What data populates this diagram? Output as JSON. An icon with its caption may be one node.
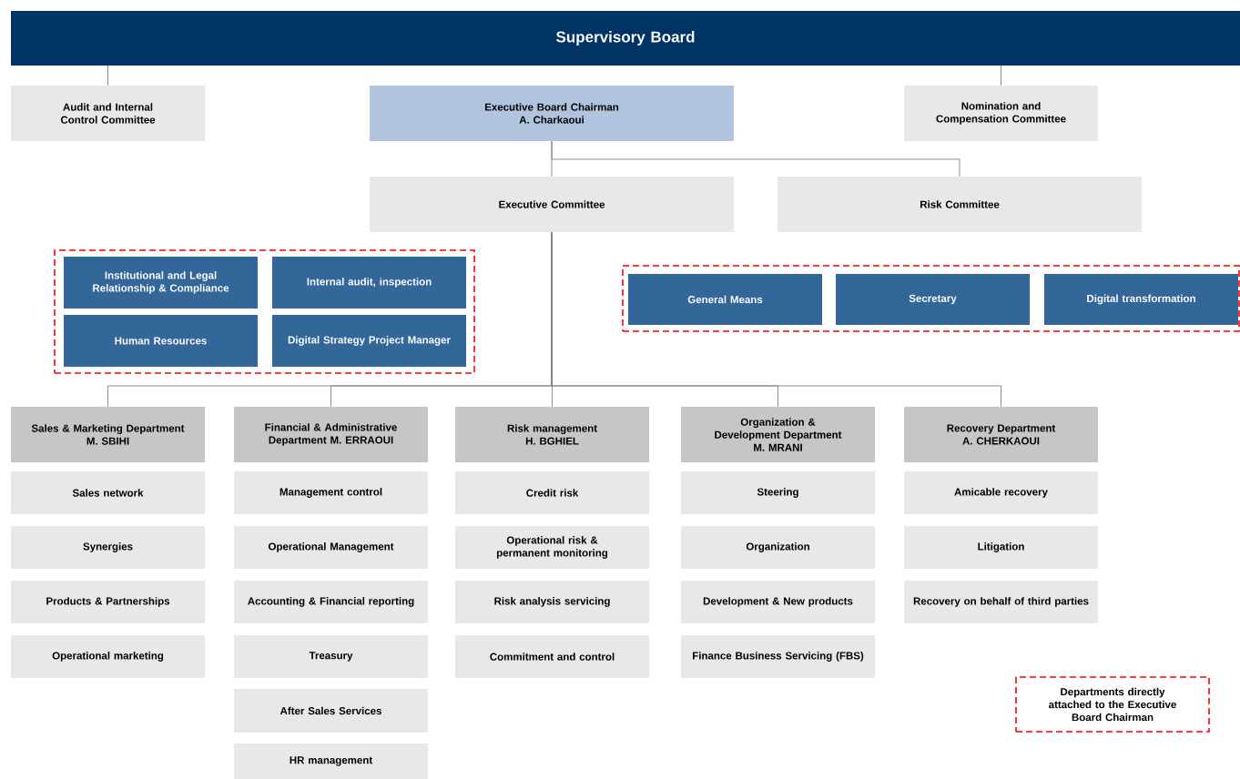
{
  "diagram": {
    "nodes": [
      {
        "text": [
          "Supervisory Board"
        ]
      },
      {
        "text": [
          "Audit and Internal Control Committee"
        ]
      },
      {
        "text": [
          "Executive Board Chairman",
          "A. Charkaoui"
        ]
      },
      {
        "text": [
          "Nomination and Compensation Committee"
        ]
      },
      {
        "text": [
          "Executive Committee"
        ]
      },
      {
        "text": [
          "Risk Committee"
        ]
      },
      {
        "text": [],
        "shape": "box"
      },
      {
        "text": [
          "Institutional and Legal Relationship & Compliance"
        ],
        "in": 6
      },
      {
        "text": [
          "Internal audit, inspection"
        ],
        "in": 6
      },
      {
        "text": [
          "Human Resources"
        ],
        "in": 6
      },
      {
        "text": [
          "Digital Strategy Project Manager"
        ],
        "in": 6
      },
      {
        "text": [],
        "shape": "box"
      },
      {
        "text": [
          "General Means"
        ],
        "in": 11
      },
      {
        "text": [
          "Secretary"
        ],
        "in": 11
      },
      {
        "text": [
          "Digital transformation"
        ],
        "in": 11
      },
      {
        "text": [
          "Sales & Marketing Department",
          "M. SBIHI"
        ]
      },
      {
        "text": [
          "Sales network"
        ]
      },
      {
        "text": [
          "Synergies"
        ]
      },
      {
        "text": [
          "Products & Partnerships"
        ]
      },
      {
        "text": [
          "Operational marketing"
        ]
      },
      {
        "text": [
          "Financial & Administrative Department M. ERRAOUI"
        ]
      },
      {
        "text": [
          "Management control"
        ]
      },
      {
        "text": [
          "Operational Management"
        ]
      },
      {
        "text": [
          "Accounting & Financial reporting"
        ]
      },
      {
        "text": [
          "Treasury"
        ]
      },
      {
        "text": [
          "After Sales Services"
        ]
      },
      {
        "text": [
          "HR management"
        ]
      },
      {
        "text": [
          "Risk management",
          "H. BGHIEL"
        ]
      },
      {
        "text": [
          "Credit risk"
        ]
      },
      {
        "text": [
          "Operational risk & permanent monitoring"
        ]
      },
      {
        "text": [
          "Risk analysis servicing"
        ]
      },
      {
        "text": [
          "Commitment and control"
        ]
      },
      {
        "text": [
          "Organization & Development Department",
          "M. MRANI"
        ]
      },
      {
        "text": [
          "Steering"
        ]
      },
      {
        "text": [
          "Organization"
        ]
      },
      {
        "text": [
          "Development & New products"
        ]
      },
      {
        "text": [
          "Finance Business Servicing (FBS)"
        ]
      },
      {
        "text": [
          "Recovery Department",
          "A. CHERKAOUI"
        ]
      },
      {
        "text": [
          "Amicable recovery"
        ]
      },
      {
        "text": [
          "Litigation"
        ]
      },
      {
        "text": [
          "Recovery on behalf of third parties"
        ]
      },
      {
        "text": [
          "Departments directly attached to the Executive Board Chairman"
        ]
      }
    ],
    "edges": [
      {
        "from": 0,
        "to": 1,
        "arrow": "none"
      },
      {
        "from": 0,
        "to": 3,
        "arrow": "none"
      },
      {
        "from": 2,
        "to": 4,
        "arrow": "none"
      },
      {
        "from": 2,
        "to": 5,
        "arrow": "none"
      },
      {
        "from": 4,
        "to": 15,
        "arrow": "none"
      },
      {
        "from": 4,
        "to": 20,
        "arrow": "none"
      },
      {
        "from": 4,
        "to": 27,
        "arrow": "none"
      },
      {
        "from": 4,
        "to": 32,
        "arrow": "none"
      },
      {
        "from": 4,
        "to": 37,
        "arrow": "none"
      }
    ]
  }
}
